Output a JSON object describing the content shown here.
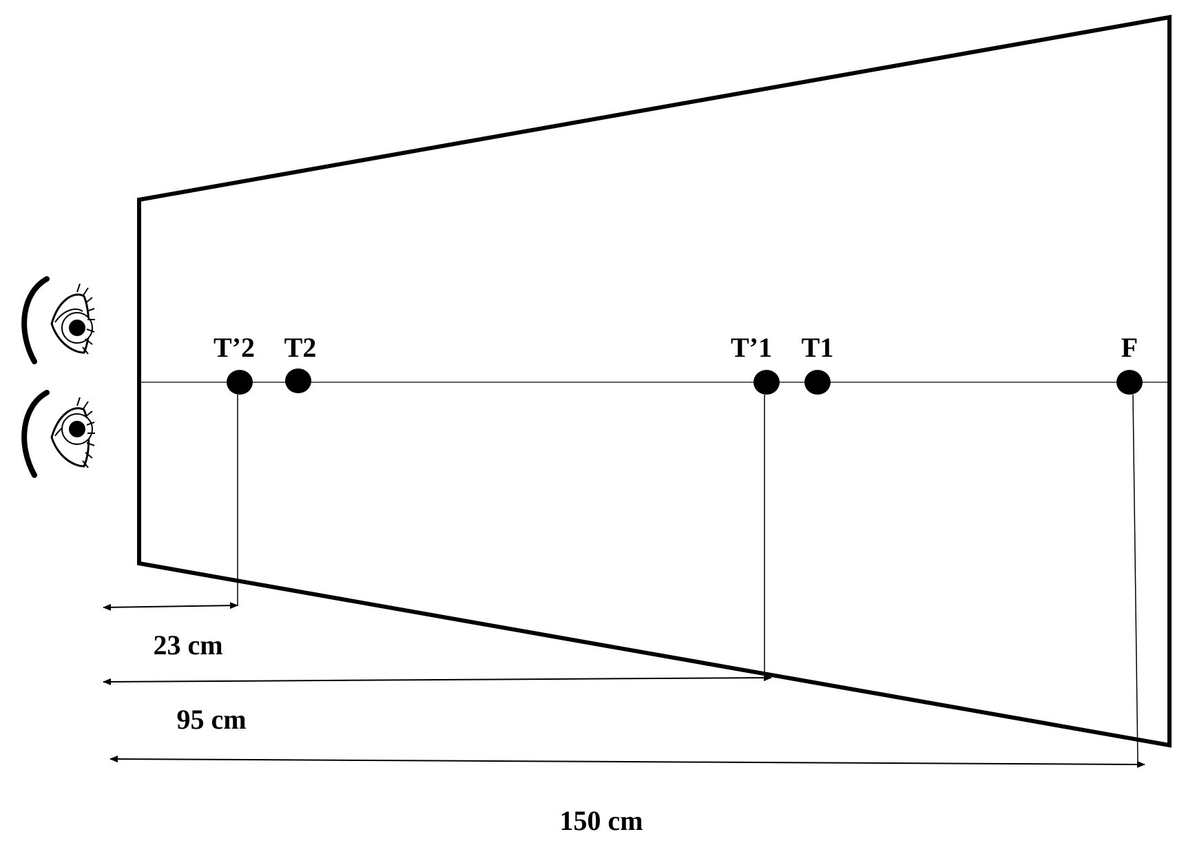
{
  "points": [
    {
      "id": "T2prime",
      "label": "T’2"
    },
    {
      "id": "T2",
      "label": "T2"
    },
    {
      "id": "T1prime",
      "label": "T’1"
    },
    {
      "id": "T1",
      "label": "T1"
    },
    {
      "id": "F",
      "label": "F"
    }
  ],
  "dimensions": [
    {
      "label": "23 cm",
      "value": 23,
      "unit": "cm",
      "to_point": "T’2"
    },
    {
      "label": "95 cm",
      "value": 95,
      "unit": "cm",
      "to_point": "T’1"
    },
    {
      "label": "150 cm",
      "value": 150,
      "unit": "cm",
      "to_point": "F"
    }
  ],
  "icons": [
    "eye-icon",
    "eye-icon"
  ],
  "colors": {
    "ink": "#000000",
    "background": "#ffffff"
  }
}
